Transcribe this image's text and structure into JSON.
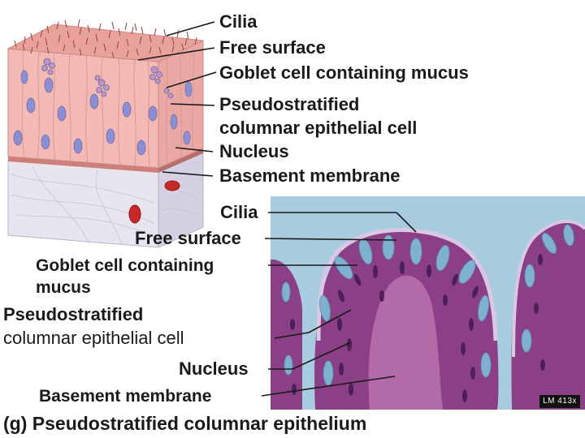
{
  "diagram": {
    "labels": [
      "Cilia",
      "Free surface",
      "Goblet cell containing mucus",
      "Pseudostratified",
      "columnar epithelial cell",
      "Nucleus",
      "Basement membrane"
    ]
  },
  "micrograph": {
    "labels": [
      "Cilia",
      "Free surface",
      "Goblet cell containing",
      "mucus",
      "Pseudostratified",
      "columnar epithelial cell",
      "Nucleus",
      "Basement membrane"
    ],
    "magnification": "LM 413x"
  },
  "caption": {
    "letter": "(g)",
    "title": "Pseudostratified columnar epithelium"
  },
  "colors": {
    "tissue_top": "#e9a19c",
    "tissue_face": "#f3b9b4",
    "nucleus": "#8e8fd1",
    "micrograph_bg": "#a9cbe0",
    "micrograph_tissue": "#8b3f86"
  }
}
